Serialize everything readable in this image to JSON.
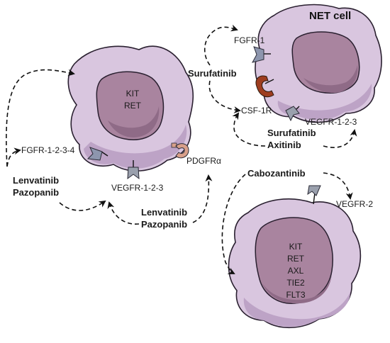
{
  "title": "NET cell",
  "cells": [
    {
      "id": "cell-top-left",
      "nucleus_lines": [
        "KIT",
        "RET"
      ]
    },
    {
      "id": "cell-top-right",
      "nucleus_lines": []
    },
    {
      "id": "cell-bottom-right",
      "nucleus_lines": [
        "KIT",
        "RET",
        "AXL",
        "TIE2",
        "FLT3"
      ]
    }
  ],
  "receptors": {
    "fgfr_1234": "FGFR-1-2-3-4",
    "vegfr_123_left": "VEGFR-1-2-3",
    "pdgfra": "PDGFRα",
    "fgfr_1": "FGFR-1",
    "csf_1r": "CSF-1R",
    "vegfr_123_right": "VEGFR-1-2-3",
    "vegfr_2": "VEGFR-2"
  },
  "drugs": {
    "lenvatinib_a": "Lenvatinib",
    "pazopanib_a": "Pazopanib",
    "lenvatinib_b": "Lenvatinib",
    "pazopanib_b": "Pazopanib",
    "surufatinib_a": "Surufatinib",
    "surufatinib_b": "Surufatinib",
    "axitinib": "Axitinib",
    "cabozantinib": "Cabozantinib"
  },
  "colors": {
    "cell_fill": "#d9c6df",
    "cell_shadow": "#bda3c6",
    "nucleus_fill": "#a9849f",
    "nucleus_inner": "#8f6b87",
    "receptor_gray": "#9aa0ad",
    "receptor_blue": "#8d96ae",
    "csf1r": "#9e3d1f",
    "pdgfr": "#d8a08a"
  }
}
